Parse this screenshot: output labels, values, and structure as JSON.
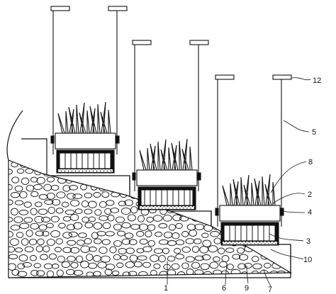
{
  "labels": {
    "l1": "1",
    "l2": "2",
    "l3": "3",
    "l4": "4",
    "l5": "5",
    "l6": "6",
    "l7": "7",
    "l8": "8",
    "l9": "9",
    "l10": "10",
    "l12": "12"
  },
  "colors": {
    "line": "#111111",
    "fill": "#ffffff",
    "band": "#222222"
  }
}
